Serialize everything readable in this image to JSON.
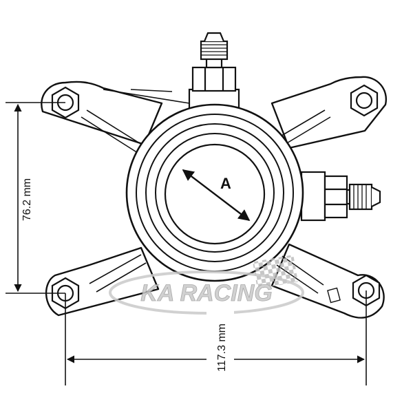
{
  "dimensions": {
    "vertical": "76.2 mm",
    "horizontal": "117.3 mm",
    "bore_label": "A"
  },
  "watermark": {
    "text": "KA RACING"
  },
  "colors": {
    "ink": "#111111",
    "watermark": "#c9c9c9",
    "background": "#ffffff"
  },
  "icons": [
    "checkered-flag-icon",
    "hex-nut-icon",
    "arrow-icon"
  ]
}
